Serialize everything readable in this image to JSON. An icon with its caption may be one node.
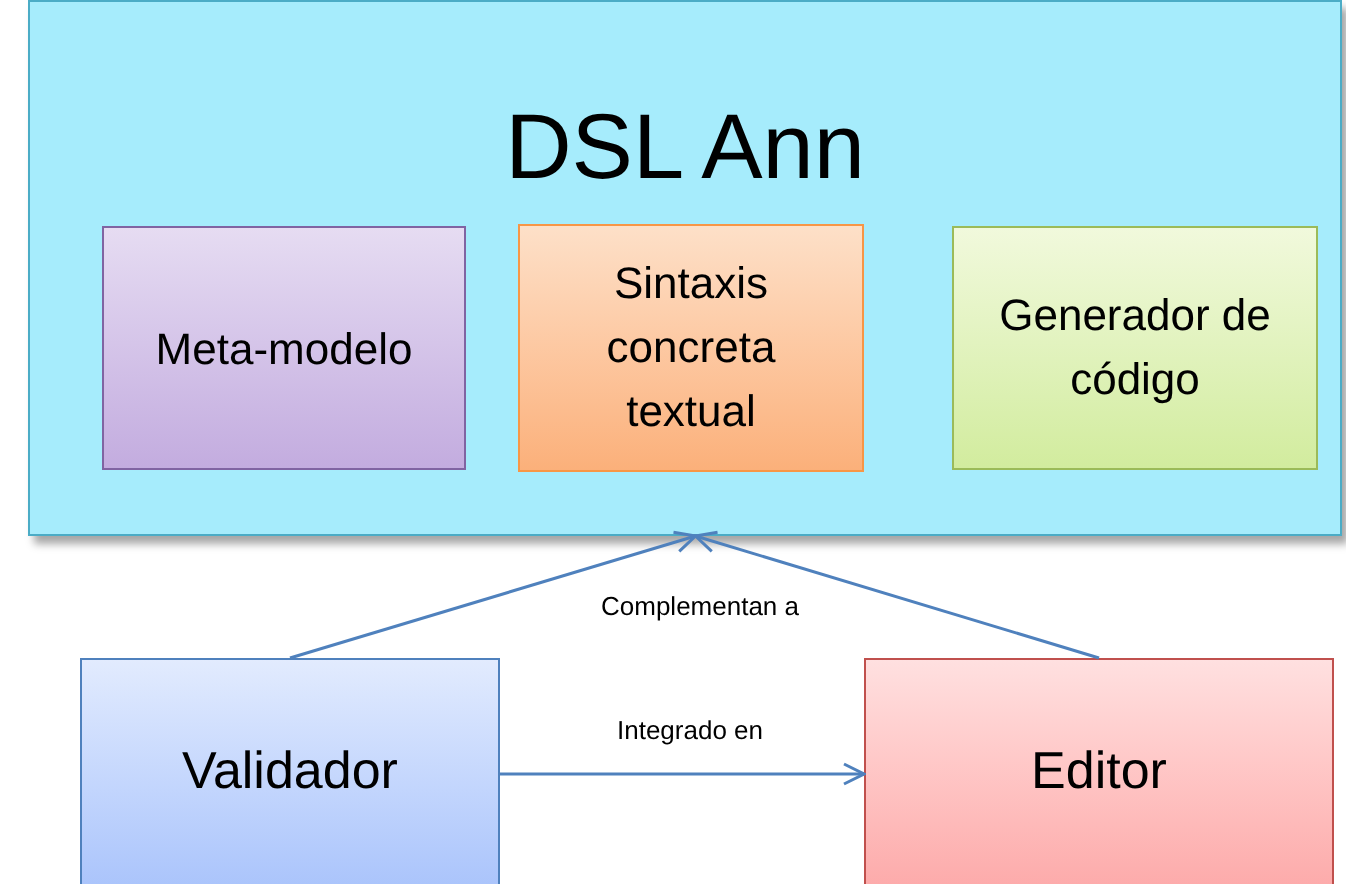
{
  "diagram": {
    "nodes": [
      {
        "text": [
          "DSL Ann"
        ]
      },
      {
        "text": [
          "Meta-modelo"
        ],
        "in": 0
      },
      {
        "text": [
          "Sintaxis concreta textual"
        ],
        "in": 0
      },
      {
        "text": [
          "Generador de código"
        ],
        "in": 0
      },
      {
        "text": [
          "Validador"
        ]
      },
      {
        "text": [
          "Editor"
        ]
      }
    ],
    "edges": [
      {
        "from": 4,
        "to": 0,
        "arrow": "to",
        "label": "Complementan a"
      },
      {
        "from": 5,
        "to": 0,
        "arrow": "to"
      },
      {
        "from": 4,
        "to": 5,
        "arrow": "to",
        "label": "Integrado en"
      }
    ]
  }
}
